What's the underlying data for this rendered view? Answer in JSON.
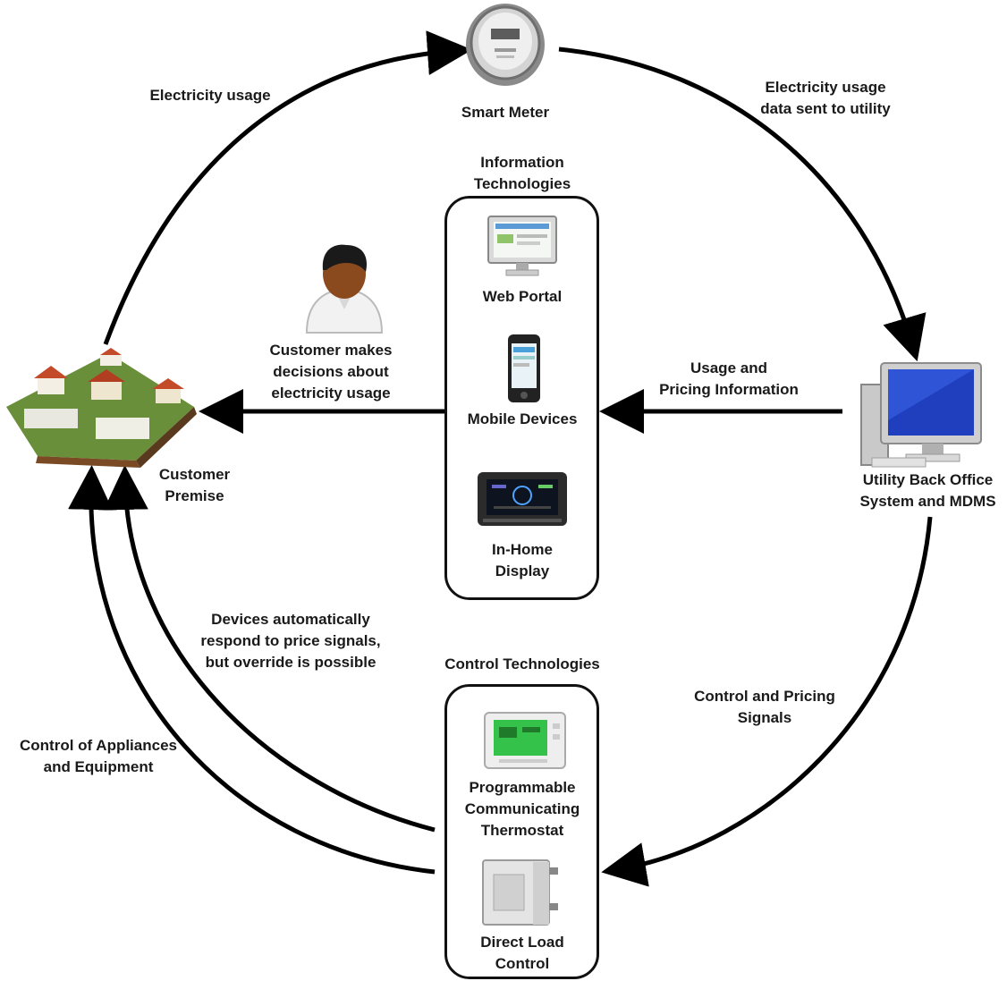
{
  "nodes": {
    "smart_meter": "Smart Meter",
    "utility": "Utility Back Office\nSystem and MDMS",
    "customer_premise": "Customer\nPremise",
    "customer_decisions": "Customer makes\ndecisions about\nelectricity usage"
  },
  "groups": {
    "info_tech": {
      "title": "Information\nTechnologies",
      "items": [
        "Web Portal",
        "Mobile Devices",
        "In-Home\nDisplay"
      ]
    },
    "control_tech": {
      "title": "Control Technologies",
      "items": [
        "Programmable\nCommunicating\nThermostat",
        "Direct Load\nControl"
      ]
    }
  },
  "flows": {
    "electricity_usage": "Electricity usage",
    "usage_data_to_utility": "Electricity usage\ndata sent to utility",
    "usage_pricing_info": "Usage  and\nPricing Information",
    "control_pricing_signals": "Control and Pricing\nSignals",
    "auto_respond": "Devices automatically\nrespond to price signals,\nbut override is possible",
    "control_appliances": "Control of Appliances\nand Equipment"
  }
}
